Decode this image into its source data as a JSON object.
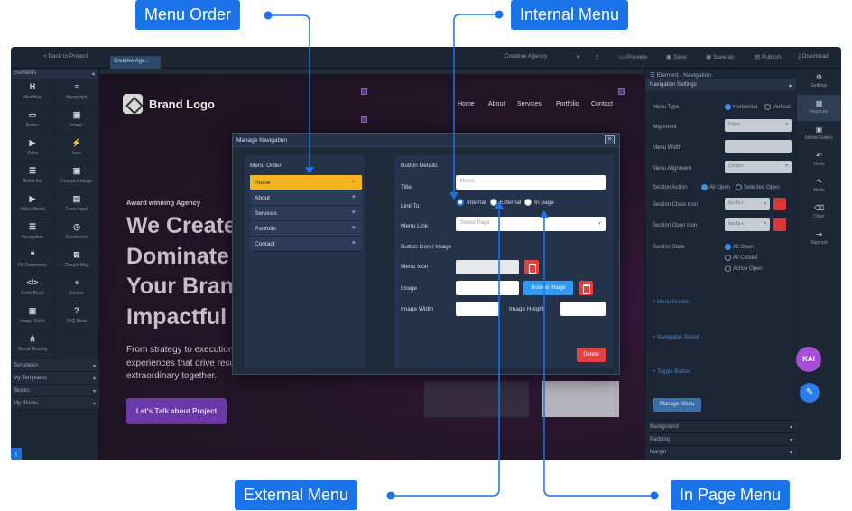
{
  "callouts": {
    "menu_order": "Menu Order",
    "internal_menu": "Internal Menu",
    "external_menu": "External Menu",
    "in_page_menu": "In Page Menu"
  },
  "topbar": {
    "back": "< Back to Project",
    "tab": "Creative Age...",
    "project_select": "Creative Agency",
    "preview": "Preview",
    "save": "Save",
    "save_as": "Save as",
    "publish": "Publish",
    "download": "Download"
  },
  "left_sidebar": {
    "header": "Elements",
    "elements": [
      {
        "icon": "H",
        "label": "Headline"
      },
      {
        "icon": "≡",
        "label": "Paragraph"
      },
      {
        "icon": "▭",
        "label": "Button"
      },
      {
        "icon": "▣",
        "label": "Image"
      },
      {
        "icon": "▶",
        "label": "Video"
      },
      {
        "icon": "⚡",
        "label": "Icon"
      },
      {
        "icon": "☰",
        "label": "Bullet list"
      },
      {
        "icon": "▣",
        "label": "Featured image"
      },
      {
        "icon": "▶",
        "label": "Video Modal"
      },
      {
        "icon": "▤",
        "label": "Form Input"
      },
      {
        "icon": "☰",
        "label": "Navigation"
      },
      {
        "icon": "◷",
        "label": "Countdown"
      },
      {
        "icon": "❝",
        "label": "FB Comments"
      },
      {
        "icon": "⊠",
        "label": "Google Map"
      },
      {
        "icon": "</>",
        "label": "Code Block"
      },
      {
        "icon": "+",
        "label": "Divider"
      },
      {
        "icon": "▣",
        "label": "Image Slider"
      },
      {
        "icon": "?",
        "label": "FAQ Block"
      },
      {
        "icon": "⋔",
        "label": "Social Sharing"
      }
    ],
    "sections": [
      "Templates",
      "My Templates",
      "Blocks",
      "My Blocks"
    ]
  },
  "canvas": {
    "brand": "Brand Logo",
    "nav": [
      "Home",
      "About",
      "Services",
      "Portfolio",
      "Contact"
    ],
    "tagline": "Award winning Agency",
    "hero_lines": [
      "We Create",
      "Dominate",
      "Your Brand",
      "Impactful I"
    ],
    "sub_lines": [
      "From strategy to execution, w",
      "experiences that drive result",
      "extraordinary together."
    ],
    "cta": "Let's Talk about Project"
  },
  "modal": {
    "title": "Manage Navigation",
    "menu_order_title": "Menu Order",
    "menu_items": [
      "Home",
      "About",
      "Services",
      "Portfolio",
      "Contact"
    ],
    "button_details_title": "Button Details",
    "title_label": "Title",
    "title_placeholder": "Home",
    "link_to_label": "Link To",
    "link_options": [
      "Internal",
      "External",
      "In page"
    ],
    "menu_link_label": "Menu Link",
    "menu_link_placeholder": "Select Page",
    "icon_image_title": "Button Icon / Image",
    "menu_icon_label": "Menu Icon",
    "image_label": "Image",
    "browse": "Browse Image",
    "image_width_label": "Image Width",
    "image_height_label": "Image Height",
    "delete": "Delete"
  },
  "right_panel": {
    "header": "Element - Navigation",
    "settings_title": "Navigation Settings",
    "menu_type": "Menu Type",
    "horizontal": "Horizontal",
    "vertical": "Vertical",
    "alignment": "Alignment",
    "alignment_value": "Right",
    "menu_width": "Menu Width",
    "menu_alignment": "Menu Alignment",
    "menu_alignment_value": "Center",
    "section_action": "Section Action",
    "all_open": "All Open",
    "selected_open": "Selected Open",
    "section_close_icon": "Section Close Icon",
    "section_open_icon": "Section Open Icon",
    "icon_value": "fas fa-c",
    "section_state": "Section State",
    "state_options": [
      "All Open",
      "All Closed",
      "Active Open"
    ],
    "menu_divider": "+ Menu Divider",
    "navigation_brand": "+ Navigation Brand",
    "toggle_button": "+ Toggle Button",
    "manage_menu": "Manage Menu",
    "footer_sections": [
      "Background",
      "Padding",
      "Margin"
    ]
  },
  "right_toolbar": [
    {
      "icon": "⚙",
      "label": "Settings"
    },
    {
      "icon": "▦",
      "label": "Inspector"
    },
    {
      "icon": "▣",
      "label": "Media Gallery"
    },
    {
      "icon": "↶",
      "label": "Undo"
    },
    {
      "icon": "↷",
      "label": "Redo"
    },
    {
      "icon": "⌫",
      "label": "Clear"
    },
    {
      "icon": "⇥",
      "label": "Sign out"
    }
  ],
  "assistant": {
    "kai": "KAI"
  }
}
